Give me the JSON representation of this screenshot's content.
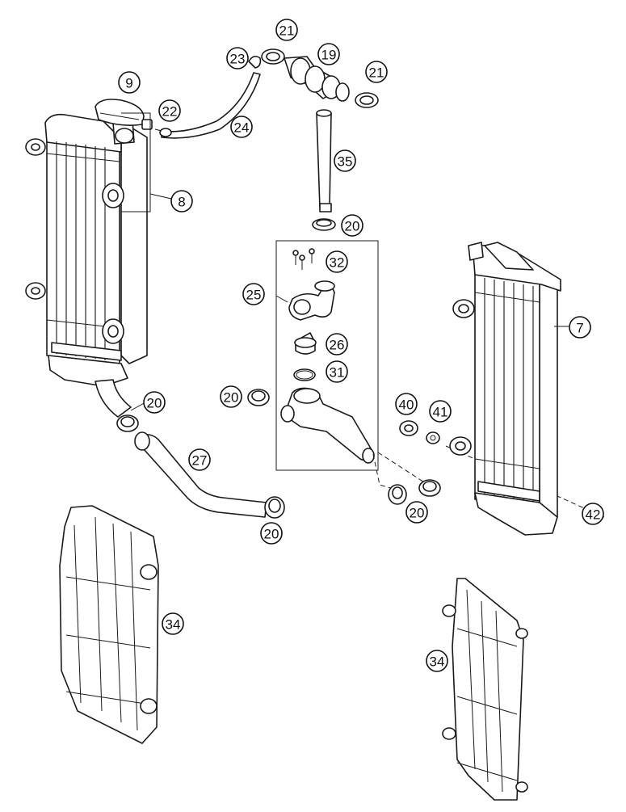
{
  "diagram": {
    "labels": {
      "p7": "7",
      "p8": "8",
      "p9": "9",
      "p19": "19",
      "p20": "20",
      "p21": "21",
      "p22": "22",
      "p23": "23",
      "p24": "24",
      "p25": "25",
      "p26": "26",
      "p27": "27",
      "p31": "31",
      "p32": "32",
      "p34": "34",
      "p35": "35",
      "p40": "40",
      "p41": "41",
      "p42": "42"
    }
  }
}
